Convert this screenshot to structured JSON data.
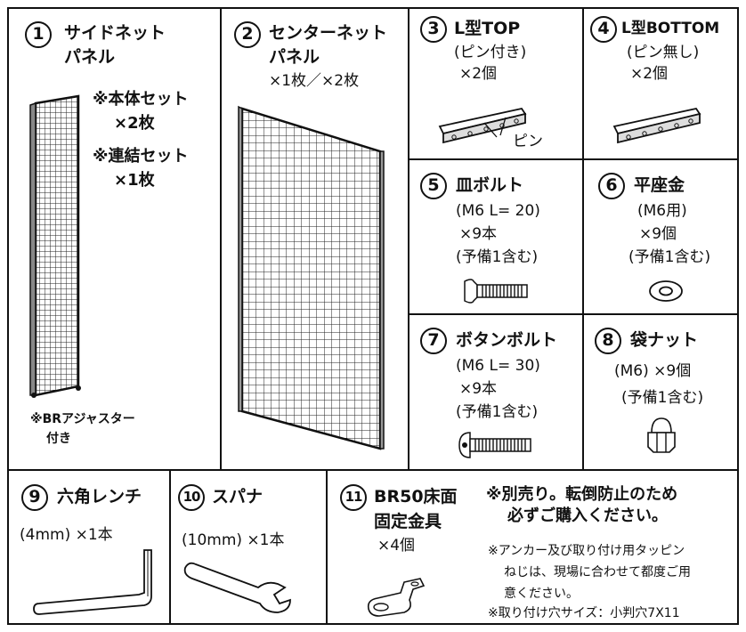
{
  "items": [
    {
      "num": "1",
      "name": [
        "サイドネット",
        "パネル"
      ],
      "notes": [
        "※本体セット",
        "×2枚",
        "※連結セット",
        "×1枚"
      ],
      "footnote": [
        "※BRアジャスター",
        "付き"
      ]
    },
    {
      "num": "2",
      "name": [
        "センターネット",
        "パネル"
      ],
      "qty": "×1枚／×2枚"
    },
    {
      "num": "3",
      "name": "L型TOP",
      "sub": "(ピン付き)",
      "qty": "×2個",
      "pin_label": "ピン"
    },
    {
      "num": "4",
      "name": "L型BOTTOM",
      "sub": "(ピン無し)",
      "qty": "×2個"
    },
    {
      "num": "5",
      "name": "皿ボルト",
      "sub": "(M6 L= 20)",
      "qty": "×9本",
      "note": "(予備1含む)"
    },
    {
      "num": "6",
      "name": "平座金",
      "sub": "(M6用)",
      "qty": "×9個",
      "note": "(予備1含む)"
    },
    {
      "num": "7",
      "name": "ボタンボルト",
      "sub": "(M6 L= 30)",
      "qty": "×9本",
      "note": "(予備1含む)"
    },
    {
      "num": "8",
      "name": "袋ナット",
      "sub": "(M6) ×9個",
      "note": "(予備1含む)"
    },
    {
      "num": "9",
      "name": "六角レンチ",
      "sub": "(4mm) ×1本"
    },
    {
      "num": "10",
      "name": "スパナ",
      "sub": "(10mm) ×1本"
    },
    {
      "num": "11",
      "name": [
        "BR50床面",
        "固定金具"
      ],
      "qty": "×4個",
      "notice": [
        "※別売り。転倒防止のため",
        "必ずご購入ください。"
      ],
      "notes": [
        "※アンカー及び取り付け用タッピン",
        "ねじは、現場に合わせて都度ご用",
        "意ください。",
        "※取り付け穴サイズ：小判穴7X11"
      ]
    }
  ]
}
